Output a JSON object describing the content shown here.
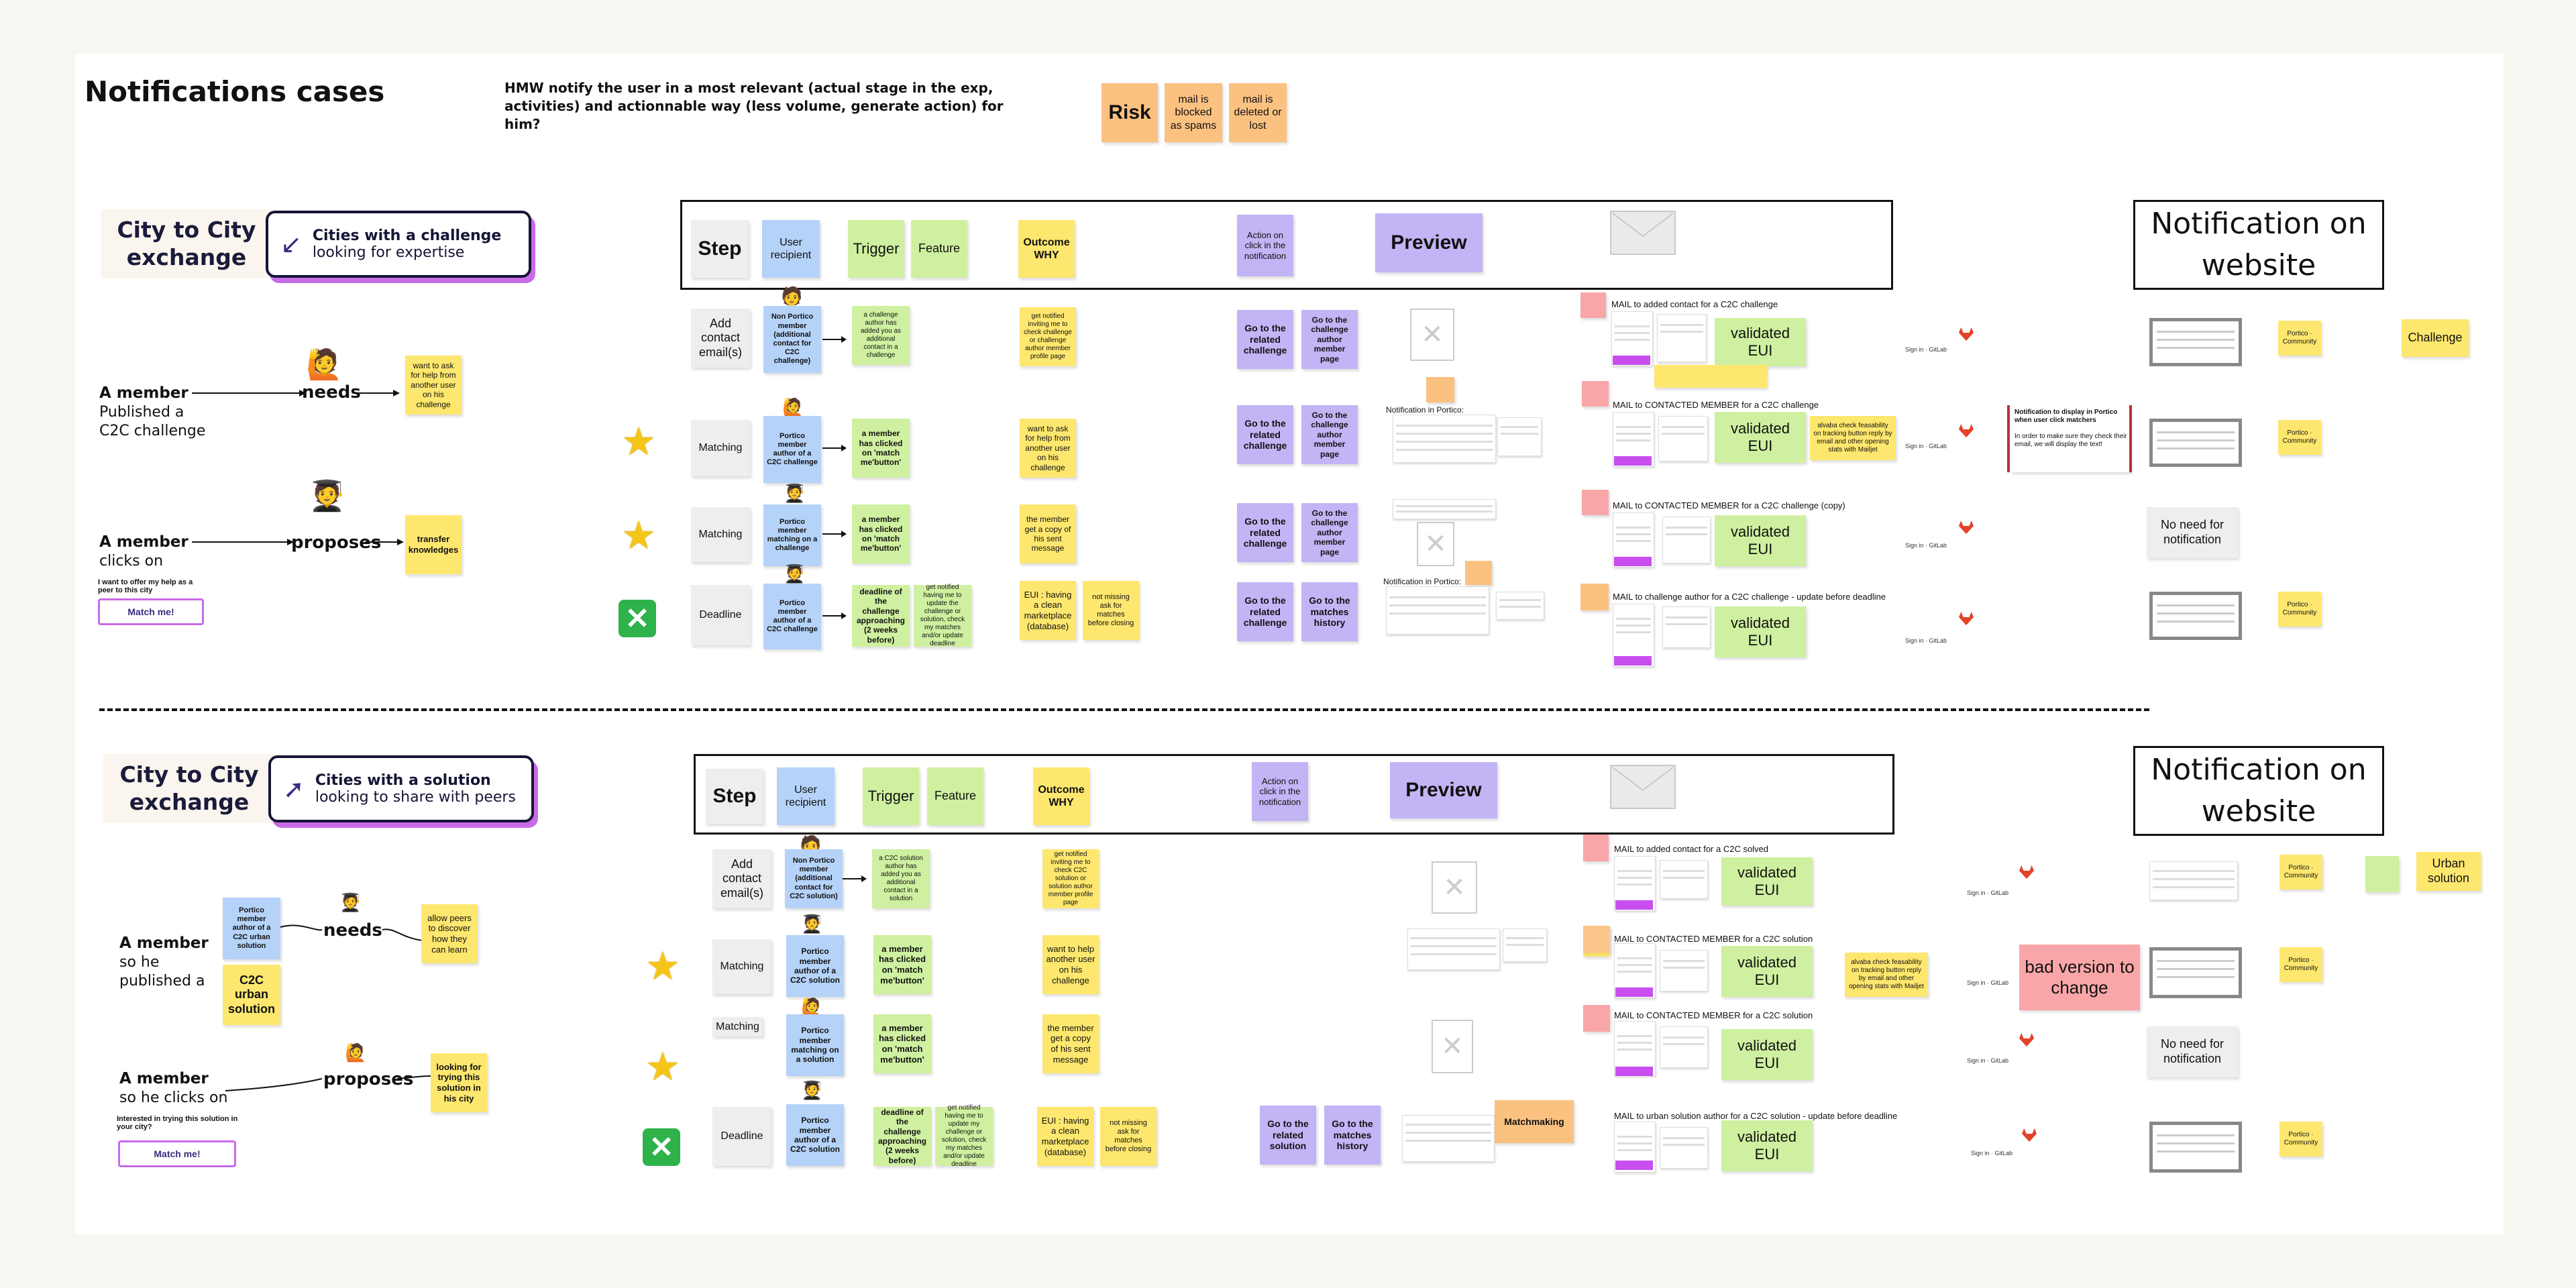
{
  "title": "Notifications cases",
  "hmw": "HMW notify the user in a most relevant (actual stage in the exp, activities) and actionnable way (less volume, generate action) for him?",
  "risk": {
    "label": "Risk",
    "items": [
      "mail is blocked as spams",
      "mail is deleted or lost"
    ]
  },
  "headers": {
    "step": "Step",
    "user_recipient": "User recipient",
    "trigger": "Trigger",
    "feature": "Feature",
    "outcome": "Outcome WHY",
    "action_top": "Action on click in the notification",
    "action_bottom": "Action on click in the notification",
    "preview": "Preview",
    "notif_website": "Notification on website"
  },
  "section1": {
    "c2c_title": "City to City exchange",
    "card_bold": "Cities with a challenge",
    "card_light": "looking for expertise",
    "member1_bold": "A member",
    "member1_line2": "Published  a",
    "member1_line3": "C2C challenge",
    "needs": "needs",
    "needs_note": "want to ask for help from another user on his challenge",
    "member2_bold": "A member",
    "member2_line2": "clicks on",
    "proposes": "proposes",
    "proposes_note": "transfer knowledges",
    "offer_help": "I want to offer my help as a peer to this city",
    "match_btn": "Match me!",
    "rows": [
      {
        "step": "Add contact email(s)",
        "recipient": "Non Portico member (additional contact for C2C challenge)",
        "trigger": "a challenge author has added you as additional contact in a challenge",
        "outcome": "get notified inviting me to check challenge or challenge author member profile page",
        "action1": "Go to the related challenge",
        "action2": "Go to the challenge author member page",
        "mail": "MAIL to added contact for a C2C challenge",
        "eui": "validated EUI",
        "site": "Challenge"
      },
      {
        "step": "Matching",
        "recipient": "Portico member author of a C2C challenge",
        "trigger": "a member has clicked on 'match me'button'",
        "outcome": "want to ask for help from another user on his challenge",
        "action1": "Go to the related challenge",
        "action2": "Go to the challenge author member page",
        "preview_label": "Notification in Portico:",
        "mail": "MAIL to CONTACTED MEMBER for a C2C challenge",
        "eui": "validated EUI",
        "note": "alvaba check feasability on tracking button reply by email and other opening stats with Mailjet",
        "display_note": "Notification to display in Portico when user click matchers",
        "display_note2": "In order to make sure they check their email, we will display the text!"
      },
      {
        "step": "Matching",
        "recipient": "Portico member matching on a challenge",
        "trigger": "a member has clicked on 'match me'button'",
        "outcome": "the member get a copy of his sent message",
        "action1": "Go to the related challenge",
        "action2": "Go to the challenge author member page",
        "mail": "MAIL to CONTACTED MEMBER for a C2C challenge (copy)",
        "eui": "validated EUI",
        "site": "No need for notification"
      },
      {
        "step": "Deadline",
        "recipient": "Portico member author of a C2C challenge",
        "trigger": "deadline of the challenge approaching (2 weeks before)",
        "feature": "get notified having me to update the challenge or solution, check my matches and/or update deadline",
        "outcome": "EUI : having a clean marketplace (database)",
        "outcome2": "not missing ask for matches before closing",
        "action1": "Go to the related challenge",
        "action2": "Go to the matches history",
        "preview_label": "Notification in Portico:",
        "mail": "MAIL to challenge author for a C2C challenge - update before deadline",
        "eui": "validated EUI"
      }
    ]
  },
  "section2": {
    "c2c_title": "City to City exchange",
    "card_bold": "Cities with a solution",
    "card_light": "looking to share with peers",
    "member1_bold": "A member",
    "member1_line2": "so he",
    "member1_line3": "published a",
    "portico_note": "Portico member author of a C2C urban solution",
    "c2c_urban": "C2C urban solution",
    "needs": "needs",
    "needs_note": "allow peers to discover how they can learn",
    "member2_bold": "A member",
    "member2_line2": "so he clicks on",
    "proposes": "proposes",
    "proposes_note": "looking for trying this solution in his city",
    "interested": "Interested in trying this solution in your city?",
    "match_btn": "Match me!",
    "rows": [
      {
        "step": "Add contact email(s)",
        "recipient": "Non Portico member (additional contact for C2C solution)",
        "trigger": "a C2C solution author has added you as additional contact in a solution",
        "outcome": "get notified inviting me to check C2C solution or solution author member profile page",
        "mail": "MAIL to added contact for a C2C solved",
        "eui": "validated EUI",
        "site": "Urban solution"
      },
      {
        "step": "Matching",
        "recipient": "Portico member author of a C2C solution",
        "trigger": "a member has clicked on 'match me'button'",
        "outcome": "want to help another user on his challenge",
        "mail": "MAIL to CONTACTED MEMBER for a C2C solution",
        "eui": "validated EUI",
        "note": "alvaba check feasability on tracking button reply by email and other opening stats with Mailjet",
        "bad": "bad version to change"
      },
      {
        "step": "Matching",
        "recipient": "Portico member matching on a solution",
        "trigger": "a member has clicked on 'match me'button'",
        "outcome": "the member get a copy of his sent message",
        "mail": "MAIL to CONTACTED MEMBER for a C2C solution",
        "eui": "validated EUI",
        "site": "No need for notification"
      },
      {
        "step": "Deadline",
        "recipient": "Portico member author of a C2C solution",
        "trigger": "deadline of the challenge approaching (2 weeks before)",
        "feature": "get notified having me to update my challenge or solution, check my matches and/or update deadline",
        "outcome": "EUI : having a clean marketplace (database)",
        "outcome2": "not missing ask for matches before closing",
        "action1": "Go to the related solution",
        "action2": "Go to the matches history",
        "matchmaking": "Matchmaking",
        "mail": "MAIL to urban solution author for a C2C solution - update before deadline",
        "eui": "validated EUI"
      }
    ]
  },
  "misc": {
    "signin": "Sign in · GitLab",
    "portico": "Portico · Community"
  },
  "colors": {
    "yellow": "#fde76e",
    "green": "#cff0a0",
    "blue": "#b5d2f8",
    "purple": "#c3b4f5",
    "orange": "#fbc181",
    "accent": "#c86be8"
  }
}
